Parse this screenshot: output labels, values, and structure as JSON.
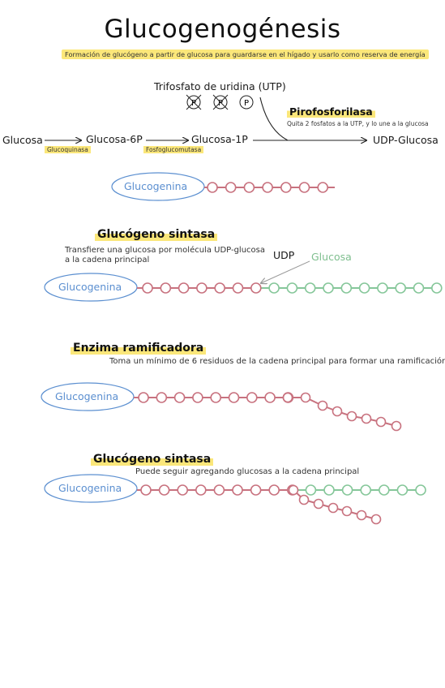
{
  "title": "Glucogenogénesis",
  "subtitle": "Formación de glucógeno a partir de glucosa para guardarse en el hígado y usarlo como reserva de energía",
  "pathway": {
    "utp": "Trifosfato de uridina (UTP)",
    "phosphate": "P",
    "glucosa": "Glucosa",
    "glucosa6p": "Glucosa-6P",
    "glucosa1p": "Glucosa-1P",
    "udp_glucosa": "UDP-Glucosa",
    "glucoquinasa": "Glucoquinasa",
    "fosfoglucomutasa": "Fosfoglucomutasa",
    "pirofosforilasa": "Pirofosforilasa",
    "pirofosforilasa_desc": "Quita 2 fosfatos a la UTP, y lo une a la glucosa"
  },
  "glucogenina": "Glucogenina",
  "step1": {
    "heading": "Glucógeno sintasa",
    "desc": "Transfiere una glucosa por molécula UDP-glucosa a la cadena principal",
    "udp": "UDP",
    "glucosa": "Glucosa"
  },
  "step2": {
    "heading": "Enzima ramificadora",
    "desc": "Toma un mínimo de 6 residuos de la cadena principal para formar una ramificación"
  },
  "step3": {
    "heading": "Glucógeno sintasa",
    "desc": "Puede seguir agregando glucosas a la cadena principal"
  },
  "colors": {
    "pink": "#c8727f",
    "green": "#86c79a",
    "blue": "#5b8fd0",
    "highlight": "#fbe77a"
  }
}
